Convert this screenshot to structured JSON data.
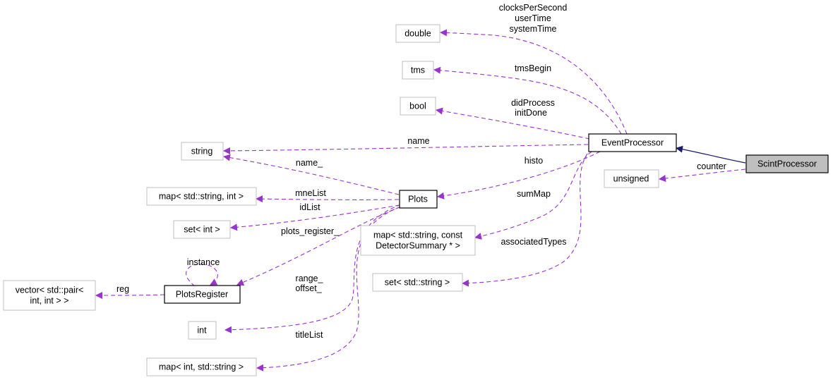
{
  "diagram": {
    "nodes": {
      "double": "double",
      "tms": "tms",
      "bool": "bool",
      "string": "string",
      "event_processor": "EventProcessor",
      "scint_processor": "ScintProcessor",
      "unsigned": "unsigned",
      "map_string_int": "map< std::string, int >",
      "plots": "Plots",
      "set_int": "set< int >",
      "map_detector_line1": "map< std::string, const",
      "map_detector_line2": "DetectorSummary * >",
      "vector_pair_line1": "vector< std::pair<",
      "vector_pair_line2": "int, int > >",
      "plots_register": "PlotsRegister",
      "set_string": "set< std::string >",
      "int": "int",
      "map_int_string": "map< int, std::string >"
    },
    "edge_labels": {
      "clocks_line1": "clocksPerSecond",
      "clocks_line2": "userTime",
      "clocks_line3": "systemTime",
      "tms_begin": "tmsBegin",
      "did_process": "didProcess",
      "init_done": "initDone",
      "name": "name",
      "name_": "name_",
      "histo": "histo",
      "counter": "counter",
      "mne_list": "mneList",
      "sum_map": "sumMap",
      "id_list": "idList",
      "plots_register_": "plots_register_",
      "associated_types": "associatedTypes",
      "instance": "instance",
      "reg": "reg",
      "range_": "range_",
      "offset_": "offset_",
      "title_list": "titleList"
    },
    "colors": {
      "usage_edge": "#9a32cd",
      "inheritance_edge": "#191970",
      "gray_border": "#bfbfbf",
      "highlight_fill": "#bfbfbf"
    }
  }
}
